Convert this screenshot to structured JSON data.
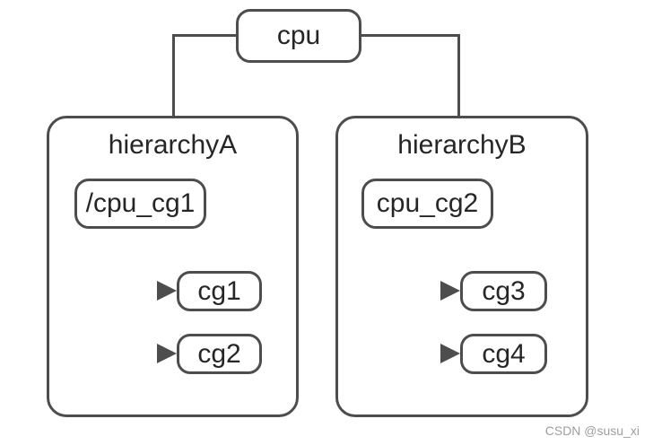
{
  "diagram": {
    "root": {
      "label": "cpu"
    },
    "groups": [
      {
        "title": "hierarchyA",
        "parent": "/cpu_cg1",
        "children": [
          "cg1",
          "cg2"
        ]
      },
      {
        "title": "hierarchyB",
        "parent": "cpu_cg2",
        "children": [
          "cg3",
          "cg4"
        ]
      }
    ]
  },
  "watermark": "CSDN @susu_xi",
  "colors": {
    "stroke": "#4d4d4d",
    "text": "#262626",
    "watermark": "#9e9e9e",
    "background": "#ffffff"
  }
}
